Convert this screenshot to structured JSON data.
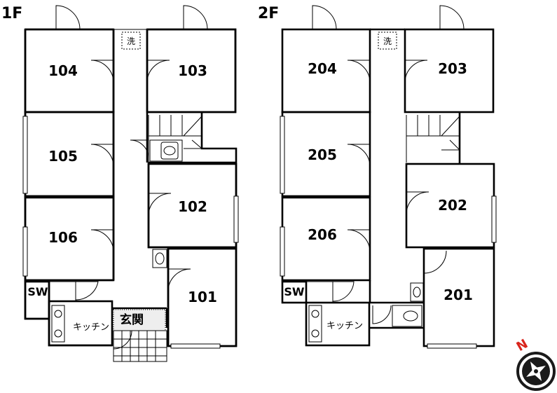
{
  "floors": [
    {
      "label": "1F",
      "rooms": [
        "104",
        "103",
        "105",
        "102",
        "106",
        "101"
      ],
      "storage_label": "SW",
      "kitchen_label": "キッチン",
      "entrance_label": "玄関",
      "laundry_label": "洗"
    },
    {
      "label": "2F",
      "rooms": [
        "204",
        "203",
        "205",
        "202",
        "206",
        "201"
      ],
      "storage_label": "SW",
      "kitchen_label": "キッチン",
      "laundry_label": "洗"
    }
  ],
  "compass": {
    "label": "N",
    "color": "#d9251c",
    "icon": "compass-icon"
  }
}
